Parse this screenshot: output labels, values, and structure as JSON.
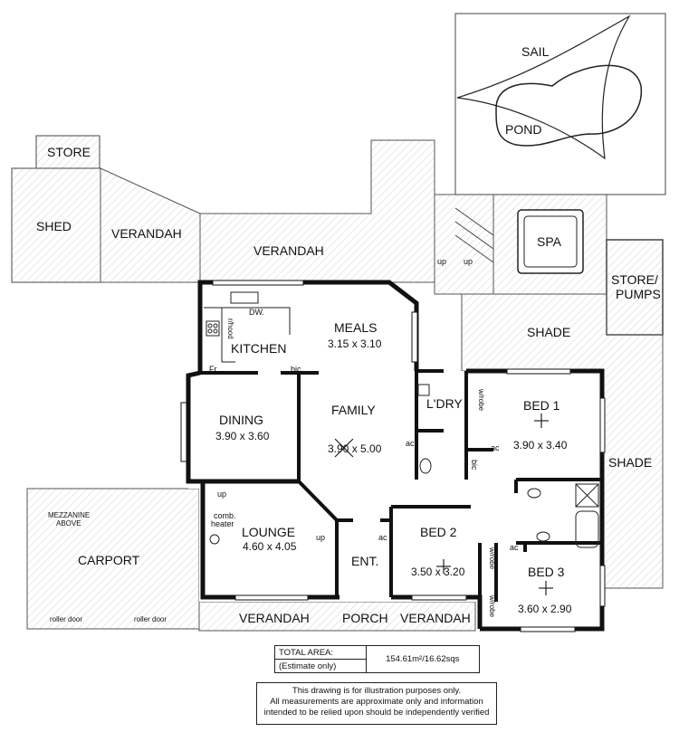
{
  "rooms": {
    "sail": "SAIL",
    "pond": "POND",
    "store_top": "STORE",
    "shed": "SHED",
    "verandah_left": "VERANDAH",
    "verandah_top": "VERANDAH",
    "spa": "SPA",
    "store_pumps_line1": "STORE/",
    "store_pumps_line2": "PUMPS",
    "shade_top": "SHADE",
    "shade_right": "SHADE",
    "meals": "MEALS",
    "meals_dim": "3.15 x 3.10",
    "kitchen": "KITCHEN",
    "dining": "DINING",
    "dining_dim": "3.90 x 3.60",
    "family": "FAMILY",
    "family_dim": "3.90 x 5.00",
    "laundry": "L'DRY",
    "bed1": "BED 1",
    "bed1_dim": "3.90 x 3.40",
    "lounge": "LOUNGE",
    "lounge_dim": "4.60 x 4.05",
    "bed2": "BED 2",
    "bed2_dim": "3.50 x 3.20",
    "bed3": "BED 3",
    "bed3_dim": "3.60 x 2.90",
    "entry": "ENT.",
    "carport": "CARPORT",
    "mezzanine_line1": "MEZZANINE",
    "mezzanine_line2": "ABOVE",
    "verandah_bottom_left": "VERANDAH",
    "porch": "PORCH",
    "verandah_bottom_right": "VERANDAH"
  },
  "labels": {
    "up": "up",
    "ac": "ac",
    "dw": "DW.",
    "rhood": "r/hood",
    "fr": "Fr.",
    "bic": "bic",
    "wrobe": "w/robe",
    "comb_heater_line1": "comb.",
    "comb_heater_line2": "heater",
    "roller_door": "roller door"
  },
  "summary": {
    "total_area_label": "TOTAL AREA:",
    "total_area_value": "154.61m²/16.62sqs",
    "estimate_label": "(Estimate only)"
  },
  "disclaimer": {
    "line1": "This drawing is for illustration purposes only.",
    "line2": "All measurements are approximate only and information",
    "line3": "intended to be relied upon should be independently verified"
  },
  "colors": {
    "wall": "#111111",
    "outline": "#555555",
    "hatch": "#cccccc"
  }
}
